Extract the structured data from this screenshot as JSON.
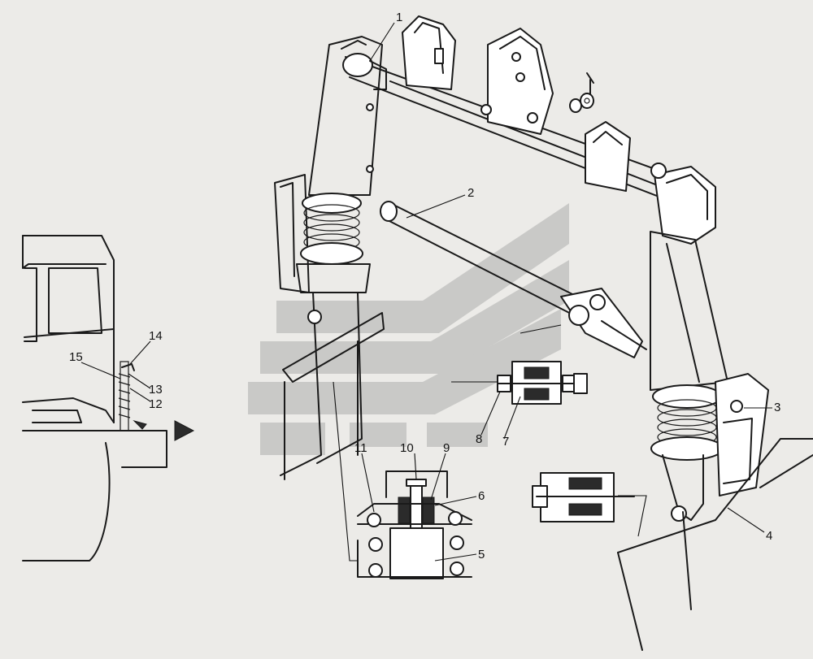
{
  "callouts": [
    {
      "id": "1",
      "text": "1"
    },
    {
      "id": "2",
      "text": "2"
    },
    {
      "id": "3",
      "text": "3"
    },
    {
      "id": "4",
      "text": "4"
    },
    {
      "id": "5",
      "text": "5"
    },
    {
      "id": "6",
      "text": "6"
    },
    {
      "id": "7",
      "text": "7"
    },
    {
      "id": "8",
      "text": "8"
    },
    {
      "id": "9",
      "text": "9"
    },
    {
      "id": "10",
      "text": "10"
    },
    {
      "id": "11",
      "text": "11"
    },
    {
      "id": "12",
      "text": "12"
    },
    {
      "id": "13",
      "text": "13"
    },
    {
      "id": "14",
      "text": "14"
    },
    {
      "id": "15",
      "text": "15"
    }
  ],
  "colors": {
    "background": "#ecebe8",
    "ink": "#1a1a1a",
    "watermark": "#c9c9c7"
  }
}
